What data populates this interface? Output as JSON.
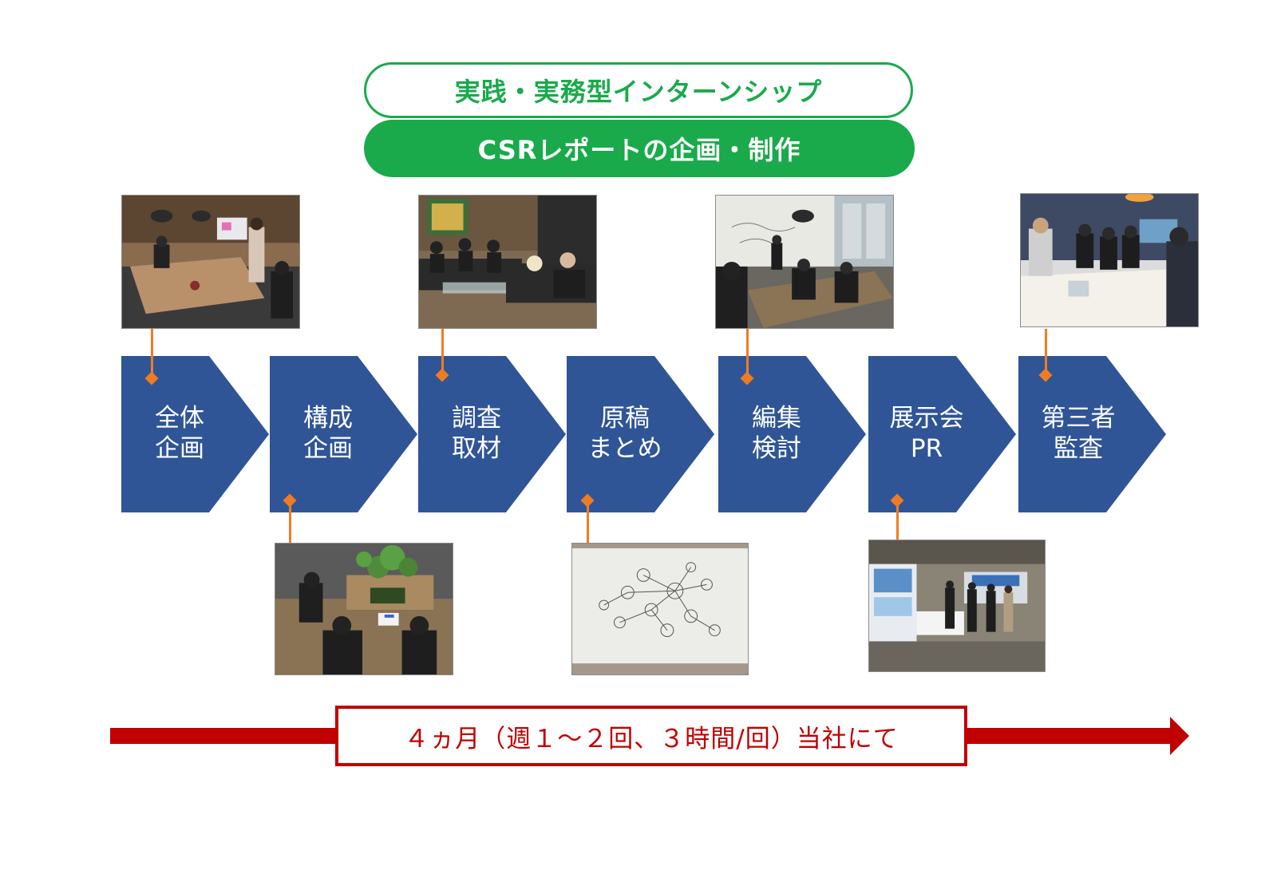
{
  "header": {
    "subtitle": "実践・実務型インターンシップ",
    "title": "CSRレポートの企画・制作"
  },
  "colors": {
    "green": "#1aaa4b",
    "step_blue": "#2f5597",
    "connector_orange": "#f07c22",
    "timeline_red": "#c00000"
  },
  "steps": [
    {
      "line1": "全体",
      "line2": "企画"
    },
    {
      "line1": "構成",
      "line2": "企画"
    },
    {
      "line1": "調査",
      "line2": "取材"
    },
    {
      "line1": "原稿",
      "line2": "まとめ"
    },
    {
      "line1": "編集",
      "line2": "検討"
    },
    {
      "line1": "展示会",
      "line2": "PR"
    },
    {
      "line1": "第三者",
      "line2": "監査"
    }
  ],
  "photos": [
    {
      "name": "photo-meeting-room-planning",
      "scene": "meeting-room"
    },
    {
      "name": "photo-group-discussion-table",
      "scene": "table-overhead"
    },
    {
      "name": "photo-interview-sofa",
      "scene": "interview"
    },
    {
      "name": "photo-whiteboard-mindmap",
      "scene": "whiteboard"
    },
    {
      "name": "photo-editing-meeting",
      "scene": "meeting-room-2"
    },
    {
      "name": "photo-exhibition-booth",
      "scene": "exhibition"
    },
    {
      "name": "photo-audit-meeting",
      "scene": "audit"
    }
  ],
  "timeline": {
    "label": "４ヵ月（週１～２回、３時間/回）当社にて"
  }
}
